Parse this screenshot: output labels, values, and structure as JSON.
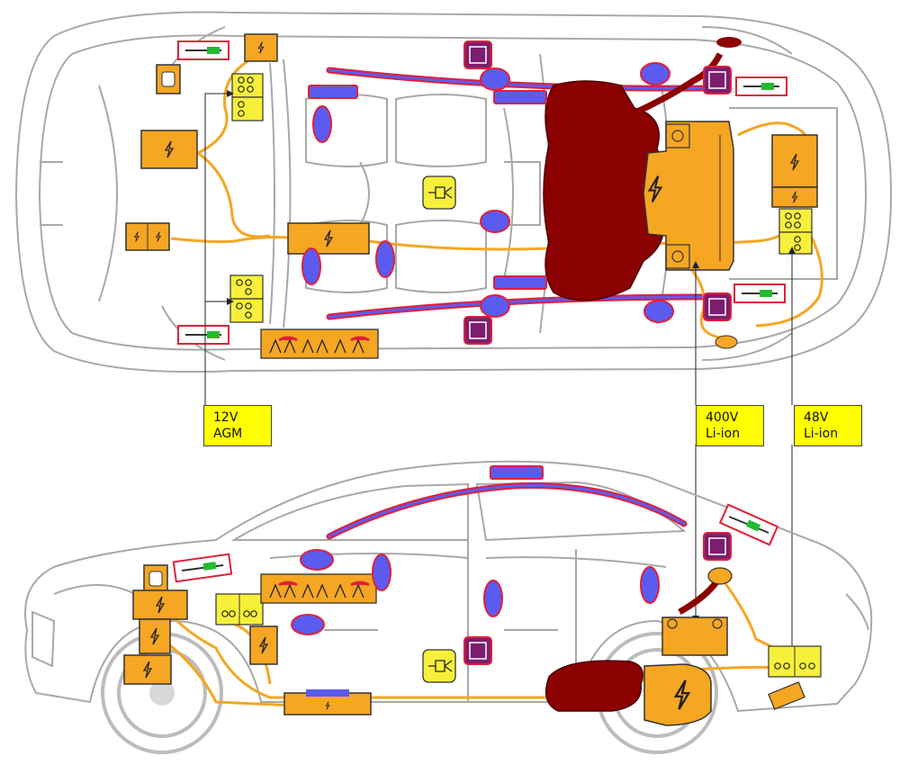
{
  "colors": {
    "body_line": "#a8a8a8",
    "hv_box": "#f5a623",
    "hv_outline": "#333333",
    "cable": "#f5a623",
    "airbag": "#5b5bf0",
    "airbag_outline": "#e0203a",
    "tank": "#8b0000",
    "sensor": "#7b1e6e",
    "battery_12v": "#f7f03a",
    "gas_spring": "#22bb33",
    "label_bg": "#ffff00"
  },
  "icons": {
    "high_voltage": "lightning-bolt-icon",
    "gas_generator": "seat-belt-tensioner-icon",
    "fuse": "fuse-icon",
    "battery": "battery-cells-icon"
  },
  "labels": {
    "agm": "12V\nAGM",
    "liion_400": "400V\nLi-ion",
    "liion_48": "48V\nLi-ion"
  }
}
